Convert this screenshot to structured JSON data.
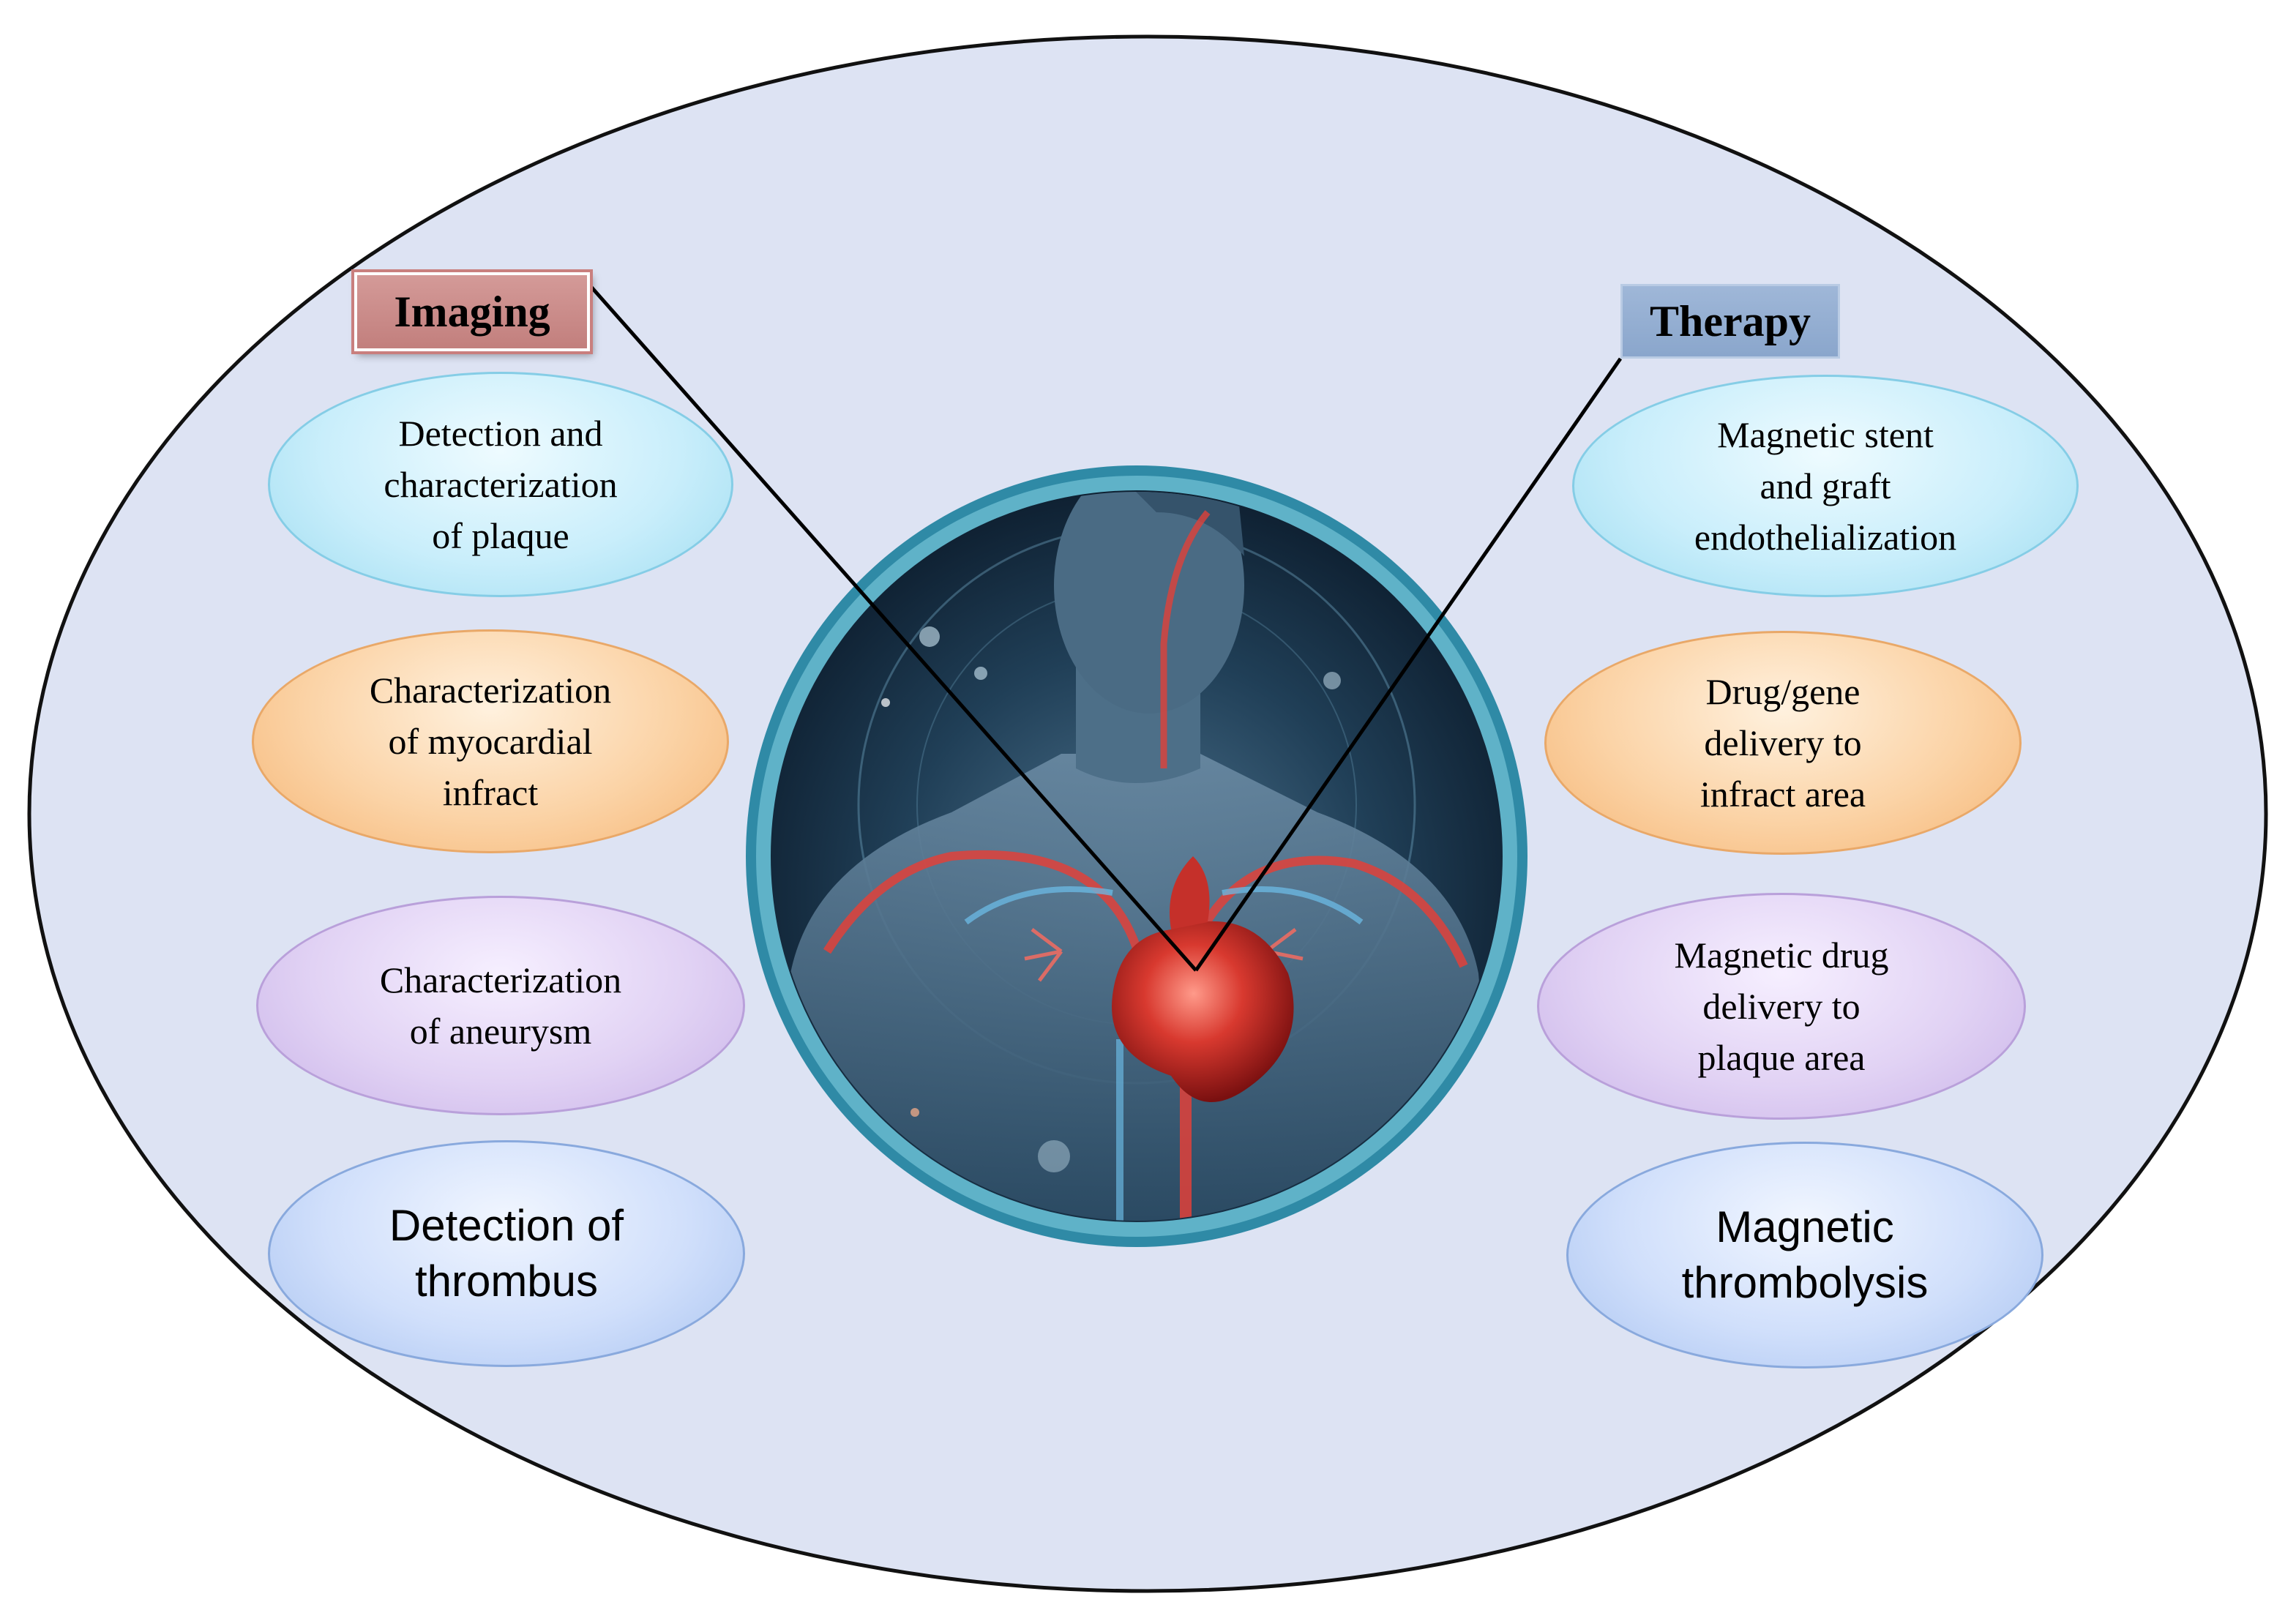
{
  "labels": {
    "imaging": "Imaging",
    "therapy": "Therapy"
  },
  "imaging_items": [
    "Detection and\ncharacterization\nof plaque",
    "Characterization\nof myocardial\ninfract",
    "Characterization\nof aneurysm",
    "Detection of\nthrombus"
  ],
  "therapy_items": [
    "Magnetic stent\nand graft\nendothelialization",
    "Drug/gene\ndelivery to\ninfract area",
    "Magnetic drug\ndelivery to\nplaque area",
    "Magnetic\nthrombolysis"
  ],
  "colors": {
    "background_ellipse": "#dde3f3",
    "cyan": "#c9eefb",
    "orange": "#fbd3a6",
    "purple": "#e1d2f4",
    "blue": "#d0dffb",
    "imaging_box": "#c9807e",
    "therapy_box": "#93aed3",
    "circle_ring": "#2f8aa6"
  },
  "center_image": "heart-body-illustration"
}
